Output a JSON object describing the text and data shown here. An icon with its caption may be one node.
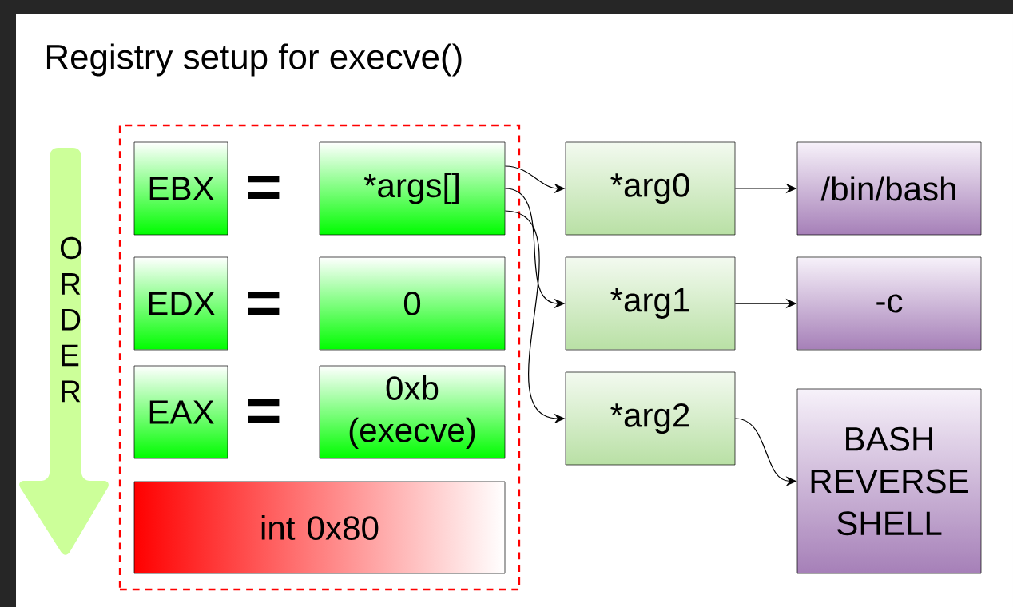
{
  "diagram": {
    "title": "Registry setup for execve()",
    "nodes": [
      {
        "text": [
          "ORDER"
        ]
      },
      {
        "text": [],
        "shape": "box"
      },
      {
        "text": [
          "EBX"
        ],
        "in": 1
      },
      {
        "text": [
          "*args[]"
        ],
        "in": 1
      },
      {
        "text": [
          "EDX"
        ],
        "in": 1
      },
      {
        "text": [
          "0"
        ],
        "in": 1
      },
      {
        "text": [
          "EAX"
        ],
        "in": 1
      },
      {
        "text": [
          "0xb (execve)"
        ],
        "in": 1
      },
      {
        "text": [
          "int 0x80"
        ],
        "in": 1
      },
      {
        "text": [
          "*arg0"
        ]
      },
      {
        "text": [
          "/bin/bash"
        ]
      },
      {
        "text": [
          "*arg1"
        ]
      },
      {
        "text": [
          "-c"
        ]
      },
      {
        "text": [
          "*arg2"
        ]
      },
      {
        "text": [
          "BASH REVERSE SHELL"
        ]
      }
    ],
    "edges": [
      {
        "from": 3,
        "to": 9,
        "arrow": "to"
      },
      {
        "from": 3,
        "to": 11,
        "arrow": "to"
      },
      {
        "from": 3,
        "to": 13,
        "arrow": "to"
      },
      {
        "from": 9,
        "to": 10,
        "arrow": "to"
      },
      {
        "from": 11,
        "to": 12,
        "arrow": "to"
      },
      {
        "from": 13,
        "to": 14,
        "arrow": "to"
      }
    ],
    "labels": [
      "=",
      "=",
      "="
    ]
  }
}
